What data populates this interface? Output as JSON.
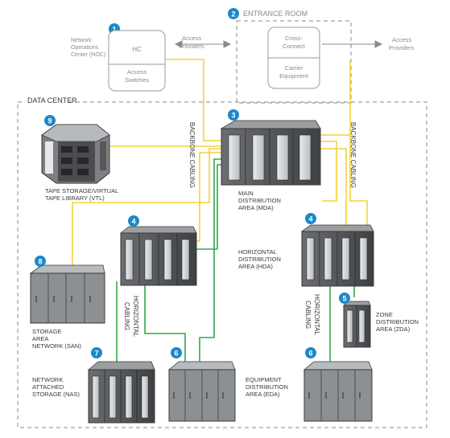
{
  "colors": {
    "yellow": "#f3d23a",
    "green": "#35a84a",
    "blue": "#1e88c8",
    "gray_box": "#9a9a9a",
    "cabinet": "#4a4a4a",
    "cabinet_light": "#bfc2c4"
  },
  "noc": {
    "label": "Network Operations Center (NOC)",
    "label_lines": [
      "Network",
      "Operations",
      "Center (NOC)"
    ],
    "hc": "HC",
    "access_switches": [
      "Access",
      "Switches"
    ],
    "badge": "1"
  },
  "entrance": {
    "badge": "2",
    "title": "ENTRANCE ROOM",
    "cross_connect": [
      "Cross-",
      "Connect"
    ],
    "carrier": [
      "Carrier",
      "Equipment"
    ]
  },
  "access_left": [
    "Access",
    "Providers"
  ],
  "access_right": [
    "Access",
    "Providers"
  ],
  "data_center": "DATA CENTER",
  "backbone_left": "BACKBONE CABLING",
  "backbone_right": "BACKBONE CABLING",
  "horizontal_left": [
    "HORIZONTAL",
    "CABLING"
  ],
  "horizontal_right": [
    "HORIZONTAL",
    "CABLING"
  ],
  "mda": {
    "badge": "3",
    "label": [
      "MAIN",
      "DISTRIBUTION",
      "AREA (MDA)"
    ]
  },
  "hda_left_badge": "4",
  "hda_right_badge": "4",
  "hda_label": [
    "HORIZONTAL",
    "DISTRIBUTION",
    "AREA (HDA)"
  ],
  "zda": {
    "badge": "5",
    "label": [
      "ZONE",
      "DISTRIBUTION",
      "AREA (ZDA)"
    ]
  },
  "eda_badge_left": "6",
  "eda_badge_right": "6",
  "eda_label": [
    "EQUIPMENT",
    "DISTRIBUTION",
    "AREA (EDA)"
  ],
  "nas": {
    "badge": "7",
    "label": [
      "NETWORK",
      "ATTACHED",
      "STORAGE (NAS)"
    ]
  },
  "san": {
    "badge": "8",
    "label": [
      "STORAGE",
      "AREA",
      "NETWORK (SAN)"
    ]
  },
  "vtl": {
    "badge": "9",
    "label": [
      "TAPE STORAGE/VIRTUAL",
      "TAPE LIBRARY (VTL)"
    ]
  }
}
